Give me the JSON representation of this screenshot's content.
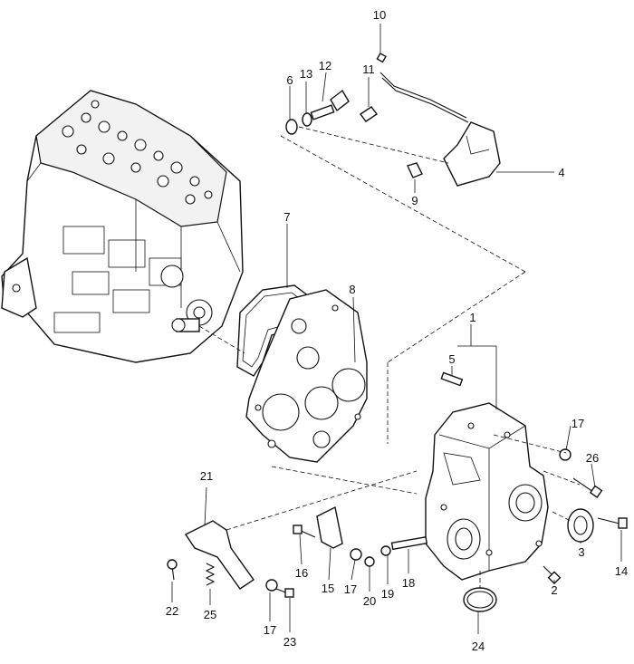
{
  "diagram": {
    "callouts": {
      "c1": "1",
      "c2": "2",
      "c3": "3",
      "c4": "4",
      "c5": "5",
      "c6": "6",
      "c7": "7",
      "c8": "8",
      "c9": "9",
      "c10": "10",
      "c11": "11",
      "c12": "12",
      "c13": "13",
      "c14": "14",
      "c15": "15",
      "c16": "16",
      "c17a": "17",
      "c17b": "17",
      "c17c": "17",
      "c18": "18",
      "c19": "19",
      "c20": "20",
      "c21": "21",
      "c22": "22",
      "c23": "23",
      "c24": "24",
      "c25": "25",
      "c26": "26"
    }
  }
}
